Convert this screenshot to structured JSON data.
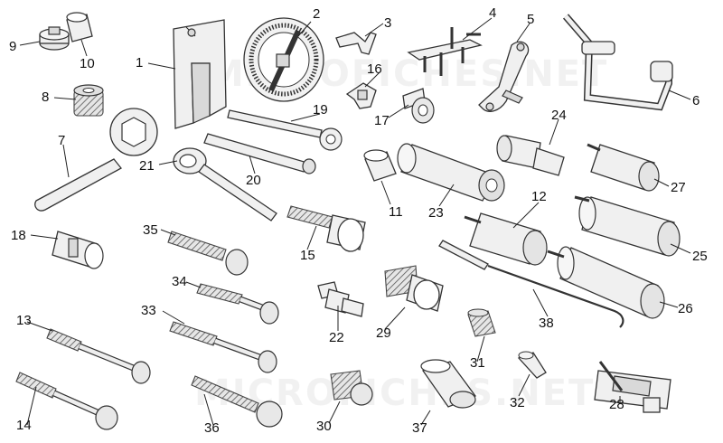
{
  "watermark": {
    "top": "MICROFICHES.NET",
    "bottom": "MICROFICHES.NET"
  },
  "callouts": {
    "c1": "1",
    "c2": "2",
    "c3": "3",
    "c4": "4",
    "c5": "5",
    "c6": "6",
    "c7": "7",
    "c8": "8",
    "c9": "9",
    "c10": "10",
    "c11": "11",
    "c12": "12",
    "c13": "13",
    "c14": "14",
    "c15": "15",
    "c16": "16",
    "c17": "17",
    "c18": "18",
    "c19": "19",
    "c20": "20",
    "c21": "21",
    "c22": "22",
    "c23": "23",
    "c24": "24",
    "c25": "25",
    "c26": "26",
    "c27": "27",
    "c28": "28",
    "c29": "29",
    "c30": "30",
    "c31": "31",
    "c32": "32",
    "c33": "33",
    "c34": "34",
    "c35": "35",
    "c36": "36",
    "c37": "37",
    "c38": "38"
  }
}
